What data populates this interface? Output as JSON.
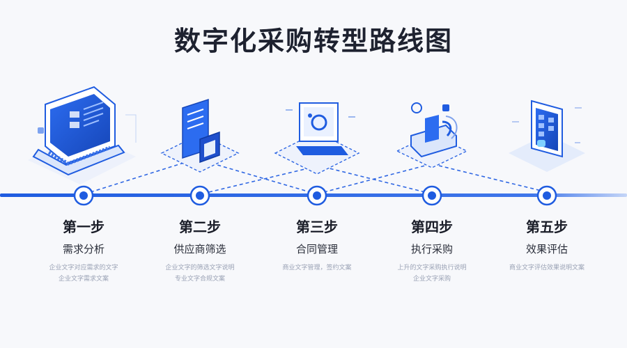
{
  "title": "数字化采购转型路线图",
  "steps": [
    {
      "num": "第一步",
      "name": "需求分析",
      "desc": [
        "企业文字对应需求的文字",
        "企业文字需求文案"
      ],
      "icon": "laptop-icon"
    },
    {
      "num": "第二步",
      "name": "供应商筛选",
      "desc": [
        "企业文字的筛选文字说明",
        "专业文字合规文案"
      ],
      "icon": "document-icon"
    },
    {
      "num": "第三步",
      "name": "合同管理",
      "desc": [
        "商业文字管理，签约文案"
      ],
      "icon": "monitor-icon"
    },
    {
      "num": "第四步",
      "name": "执行采购",
      "desc": [
        "上升的文字采购执行说明",
        "企业文字采购"
      ],
      "icon": "cart-icon"
    },
    {
      "num": "第五步",
      "name": "效果评估",
      "desc": [
        "商业文字评估效果说明文案"
      ],
      "icon": "tablet-icon"
    }
  ],
  "colors": {
    "accent": "#1f5ce0",
    "accent_light": "#c9d8f8",
    "track": "#1f5ce0",
    "track_fade": "#b9cdf5"
  }
}
